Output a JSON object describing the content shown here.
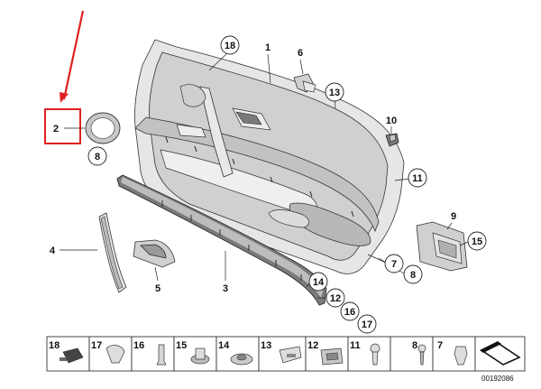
{
  "callouts": {
    "c1": "1",
    "c2": "2",
    "c3": "3",
    "c4": "4",
    "c5": "5",
    "c6": "6",
    "c7": "7",
    "c8a": "8",
    "c8b": "8",
    "c10": "10",
    "c11": "11",
    "c12": "12",
    "c13": "13",
    "c14": "14",
    "c15": "15",
    "c16": "16",
    "c17": "17",
    "c18": "18",
    "c9": "9"
  },
  "legend_strip": [
    "18",
    "17",
    "16",
    "15",
    "14",
    "13",
    "12",
    "11",
    "8",
    "7"
  ],
  "diagram_code": "00192086",
  "colors": {
    "highlight": "#e02020",
    "part_fill": "#d0d0d0",
    "outline": "#333333"
  }
}
